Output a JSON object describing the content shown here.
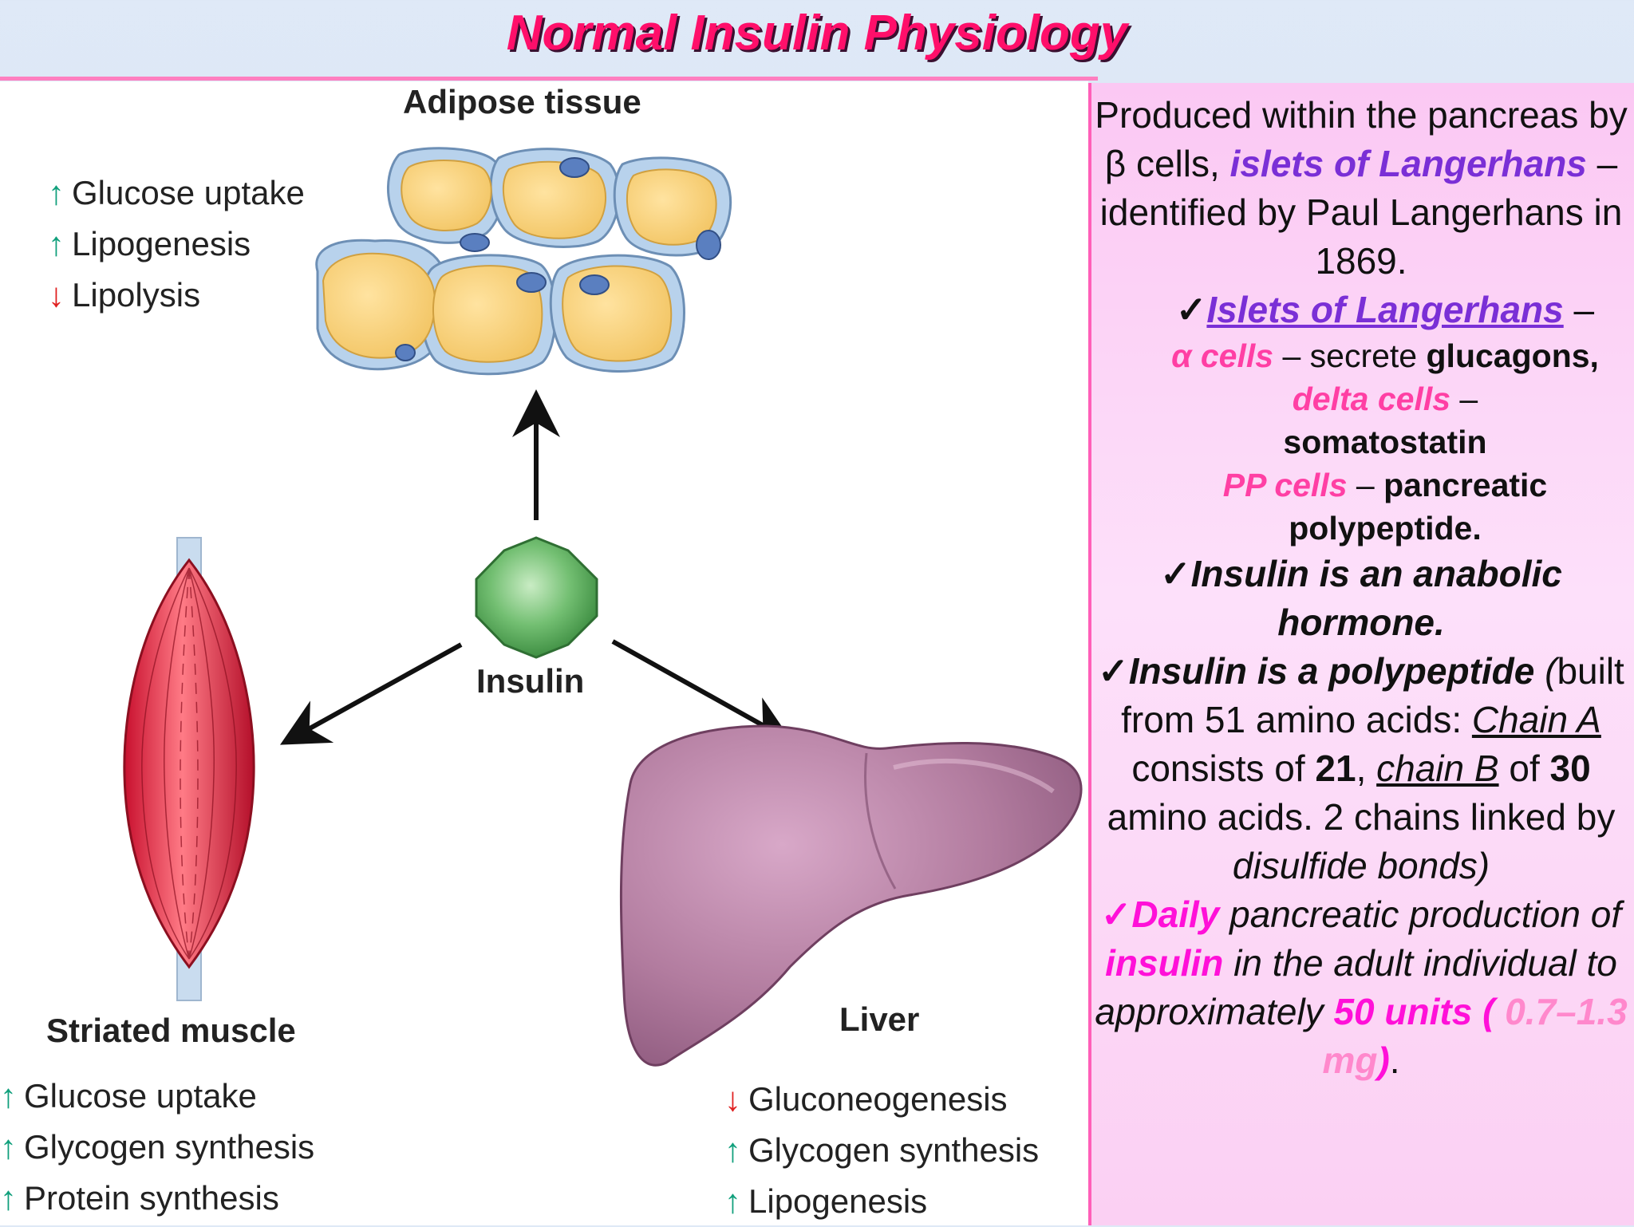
{
  "title": "Normal Insulin Physiology",
  "colors": {
    "title": "#ff0f6a",
    "arrow_up": "#11a07c",
    "arrow_down": "#e02020",
    "purple": "#7a2fd6",
    "pink": "#ff3fa4",
    "magenta": "#ff10d8"
  },
  "diagram": {
    "center_label": "Insulin",
    "adipose": {
      "label": "Adipose tissue",
      "effects": [
        {
          "dir": "up",
          "text": "Glucose uptake"
        },
        {
          "dir": "up",
          "text": "Lipogenesis"
        },
        {
          "dir": "down",
          "text": "Lipolysis"
        }
      ]
    },
    "muscle": {
      "label": "Striated muscle",
      "effects": [
        {
          "dir": "up",
          "text": "Glucose uptake"
        },
        {
          "dir": "up",
          "text": "Glycogen synthesis"
        },
        {
          "dir": "up",
          "text": "Protein synthesis"
        }
      ]
    },
    "liver": {
      "label": "Liver",
      "effects": [
        {
          "dir": "down",
          "text": "Gluconeogenesis"
        },
        {
          "dir": "up",
          "text": "Glycogen synthesis"
        },
        {
          "dir": "up",
          "text": "Lipogenesis"
        }
      ]
    }
  },
  "icons": {
    "up": "↑",
    "down": "↓",
    "check": "✓"
  },
  "text": {
    "p1": {
      "a": "Produced within the pancreas by β cells, ",
      "b": "islets of Langerhans",
      "c": " – identified by Paul Langerhans in 1869."
    },
    "p2": {
      "title": "Islets of Langerhans",
      "dash": " –",
      "alpha": "α cells",
      "alpha_rest": " – secrete ",
      "alpha_bold": "glucagons,",
      "delta": "delta cells",
      "delta_rest": " –",
      "delta_bold": "somatostatin",
      "pp": "PP cells",
      "pp_rest": " – ",
      "pp_bold": "pancreatic polypeptide."
    },
    "p3": "Insulin is an anabolic hormone.",
    "p4": {
      "lead": "Insulin is a polypeptide",
      "paren": "(",
      "built": "built from 51 amino acids: ",
      "chainA": "Chain A",
      "consists": " consists of ",
      "n21": "21",
      "comma": ", ",
      "chainB": "chain B",
      "of": " of ",
      "n30": "30",
      "amino": " amino acids. 2 chains linked by ",
      "disulfide": "disulfide bonds",
      "close": ")"
    },
    "p5": {
      "daily": "Daily",
      "a": " pancreatic production of ",
      "insulin": "insulin",
      "b": " in the adult individual to  approximately ",
      "units": "50 units",
      "open": "  ( ",
      "mg": "0.7–1.3 mg",
      "close": ")",
      "dot": "."
    }
  }
}
